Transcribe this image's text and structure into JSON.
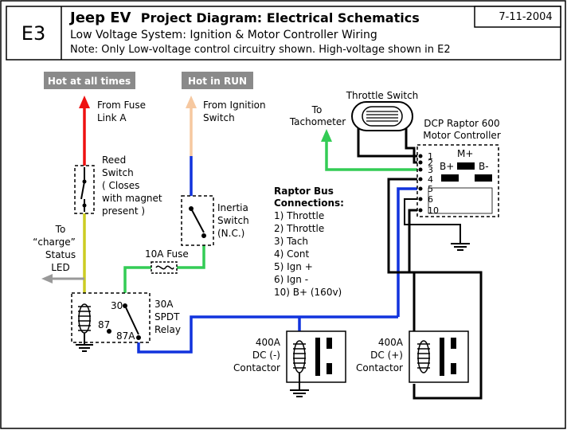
{
  "header": {
    "code": "E3",
    "title_bold": "Jeep EV",
    "title_rest": "Project Diagram: Electrical Schematics",
    "subtitle": "Low Voltage System: Ignition & Motor Controller Wiring",
    "note": "Note: Only Low-voltage control circuitry shown. High-voltage shown in E2",
    "date": "7-11-2004"
  },
  "badges": {
    "hot_always": "Hot at all times",
    "hot_run": "Hot in RUN"
  },
  "labels": {
    "from_fuse_1": "From Fuse",
    "from_fuse_2": "Link A",
    "from_ign_1": "From Ignition",
    "from_ign_2": "Switch",
    "reed_1": "Reed",
    "reed_2": "Switch",
    "reed_3": "( Closes",
    "reed_4": "with magnet",
    "reed_5": "present )",
    "led_1": "To",
    "led_2": "“charge”",
    "led_3": "Status",
    "led_4": "LED",
    "inertia_1": "Inertia",
    "inertia_2": "Switch",
    "inertia_3": "(N.C.)",
    "fuse": "10A Fuse",
    "relay_1": "30A",
    "relay_2": "SPDT",
    "relay_3": "Relay",
    "pin_30": "30",
    "pin_87": "87",
    "pin_87a": "87A",
    "throttle": "Throttle Switch",
    "tach_1": "To",
    "tach_2": "Tachometer",
    "ctrl_1": "DCP Raptor 600",
    "ctrl_2": "Motor Controller",
    "ctrl_mplus": "M+",
    "ctrl_bplus": "B+",
    "ctrl_bminus": "B-",
    "cont_neg_1": "400A",
    "cont_neg_2": "DC (-)",
    "cont_neg_3": "Contactor",
    "cont_pos_1": "400A",
    "cont_pos_2": "DC (+)",
    "cont_pos_3": "Contactor"
  },
  "pins": [
    "1",
    "2",
    "3",
    "4",
    "5",
    "6",
    "10"
  ],
  "bus": {
    "title_1": "Raptor Bus",
    "title_2": "Connections:",
    "items": [
      "1) Throttle",
      "2) Throttle",
      "3) Tach",
      "4) Cont",
      "5) Ign +",
      "6) Ign -",
      "10) B+ (160v)"
    ]
  },
  "colors": {
    "red": "#ee1111",
    "peach": "#f6c8a0",
    "blue": "#1133dd",
    "green": "#33cc55",
    "yellow": "#cccc22",
    "gray": "#999999",
    "badge": "#8a8a8a"
  }
}
